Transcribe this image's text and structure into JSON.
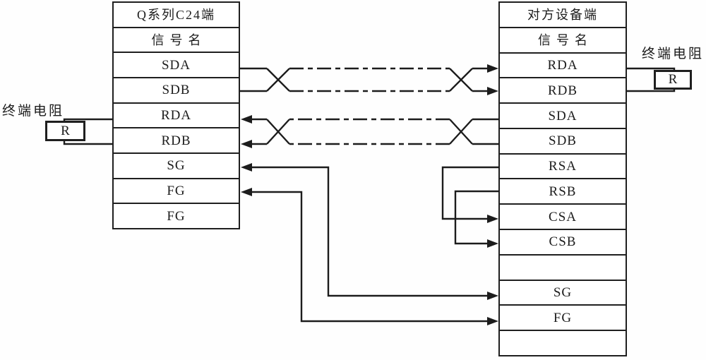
{
  "left_table": {
    "title": "Q系列C24端",
    "signal_header": "信号名",
    "signals": [
      "SDA",
      "SDB",
      "RDA",
      "RDB",
      "SG",
      "FG",
      "FG"
    ]
  },
  "right_table": {
    "title": "对方设备端",
    "signal_header": "信号名",
    "signals": [
      "RDA",
      "RDB",
      "SDA",
      "SDB",
      "RSA",
      "RSB",
      "CSA",
      "CSB",
      "",
      "SG",
      "FG",
      ""
    ]
  },
  "terminating_resistor_left": {
    "label": "终端电阻",
    "symbol": "R"
  },
  "terminating_resistor_right": {
    "label": "终端电阻",
    "symbol": "R"
  },
  "colors": {
    "line": "#1c1c1c",
    "background": "#ffffff",
    "text": "#1c1c1c"
  },
  "connections": [
    {
      "from": "left.SDA",
      "to": "right.RDA",
      "line": "twisted-pair dash-dot",
      "arrow": "into right.RDA"
    },
    {
      "from": "left.SDB",
      "to": "right.RDB",
      "line": "twisted-pair dash-dot",
      "arrow": "into right.RDB"
    },
    {
      "from": "right.SDA",
      "to": "left.RDA",
      "line": "twisted-pair dash-dot",
      "arrow": "into left.RDA"
    },
    {
      "from": "right.SDB",
      "to": "left.RDB",
      "line": "twisted-pair dash-dot",
      "arrow": "into left.RDB"
    },
    {
      "from": "right.RSA",
      "to": "right.CSA",
      "line": "loopback solid",
      "arrow": "into right.CSA"
    },
    {
      "from": "right.RSB",
      "to": "right.CSB",
      "line": "loopback solid",
      "arrow": "into right.CSB"
    },
    {
      "from": "right.SG",
      "to": "left.SG",
      "line": "solid",
      "arrow": "both ends"
    },
    {
      "from": "right.FG",
      "to": "left.FG",
      "line": "solid",
      "arrow": "both ends"
    },
    {
      "from": "left.RDA",
      "to": "left.RDB",
      "line": "terminating resistor R"
    },
    {
      "from": "right.RDA",
      "to": "right.RDB",
      "line": "terminating resistor R"
    }
  ]
}
